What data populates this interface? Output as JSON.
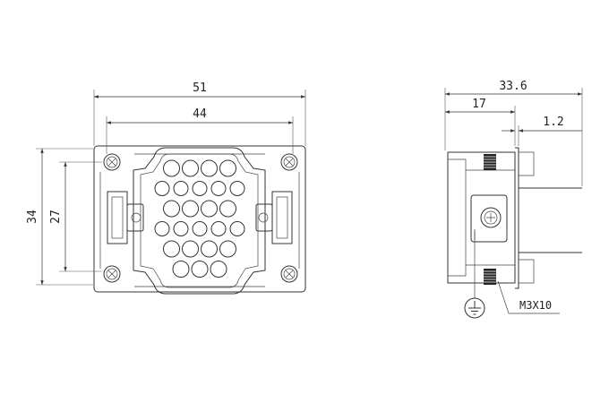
{
  "front_view": {
    "dim_overall_width": "51",
    "dim_mounting_width": "44",
    "dim_overall_height": "34",
    "dim_mounting_height": "27",
    "contact_rows": [
      4,
      5,
      4,
      5,
      4,
      3
    ]
  },
  "side_view": {
    "dim_depth": "33.6",
    "dim_front": "17",
    "dim_flange": "1.2",
    "screw_label": "M3X10",
    "ground_icon": "ground-icon"
  },
  "colors": {
    "line": "#333333",
    "background": "#ffffff"
  }
}
